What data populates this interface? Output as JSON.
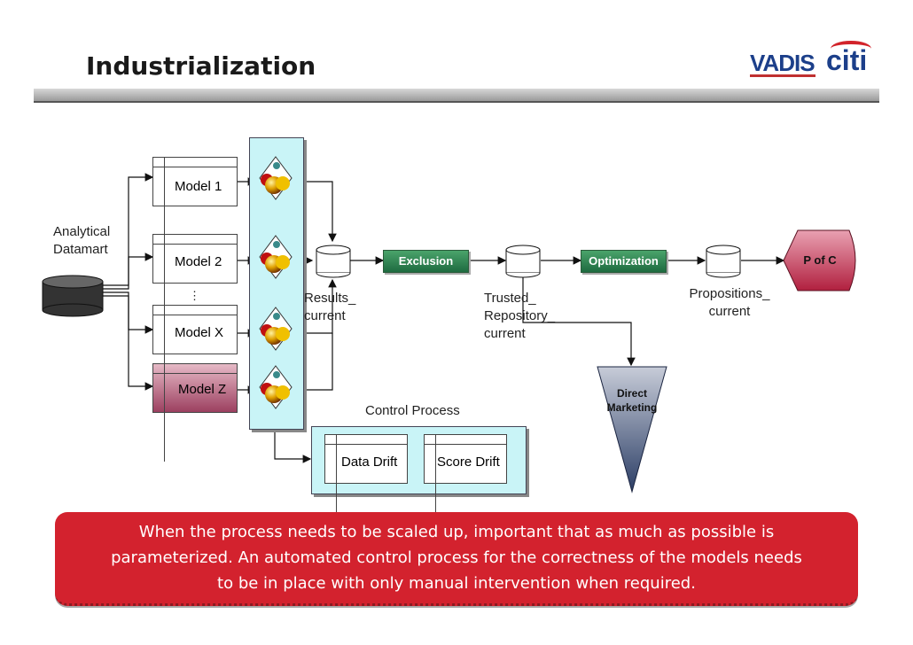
{
  "title": "Industrialization",
  "logos": {
    "vadis": "VADIS",
    "citi": "citi"
  },
  "datamart_label": [
    "Analytical",
    "Datamart"
  ],
  "models": {
    "model_1": "Model 1",
    "model_2": "Model 2",
    "ellipsis": "⋮",
    "model_x": "Model X",
    "model_z": "Model Z"
  },
  "results_label": [
    "Results_",
    "current"
  ],
  "exclusion": "Exclusion",
  "trusted_label": [
    "Trusted_",
    "Repository_",
    "current"
  ],
  "optimization": "Optimization",
  "propositions_label": [
    "Propositions_",
    "current"
  ],
  "pofc": "P of C",
  "direct_marketing": [
    "Direct",
    "Marketing"
  ],
  "control_process": {
    "title": "Control Process",
    "data_drift": "Data Drift",
    "score_drift": "Score Drift"
  },
  "footer": {
    "line1": "When the process needs to be scaled up, important that as much as possible is",
    "line2": "parameterized.  An automated control process for the correctness of the models needs",
    "line3": "to be in place with only manual intervention when required."
  },
  "colors": {
    "accent_red": "#d3222e",
    "process_green": "#2e8b57",
    "panel_cyan": "#c9f4f7",
    "pofc_magenta": "#c0304a",
    "cone_navy": "#2c3e66"
  }
}
